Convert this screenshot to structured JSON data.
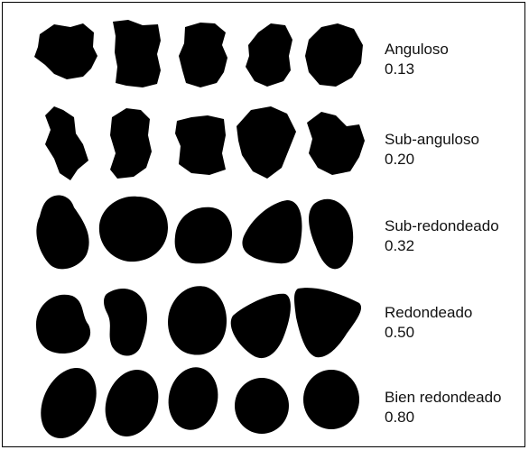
{
  "rows": [
    {
      "name": "Anguloso",
      "value": "0.13"
    },
    {
      "name": "Sub-anguloso",
      "value": "0.20"
    },
    {
      "name": "Sub-redondeado",
      "value": "0.32"
    },
    {
      "name": "Redondeado",
      "value": "0.50"
    },
    {
      "name": "Bien redondeado",
      "value": "0.80"
    }
  ],
  "colors": {
    "particle": "#000000",
    "background": "#ffffff",
    "border": "#000000"
  }
}
